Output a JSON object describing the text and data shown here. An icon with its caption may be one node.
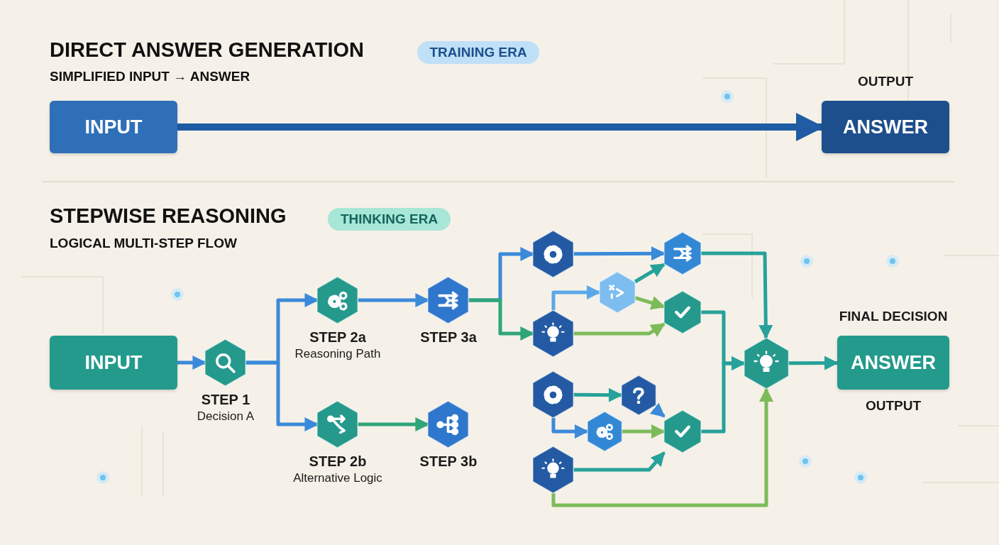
{
  "diagram": {
    "nodes": [
      {
        "text": [
          "INPUT"
        ]
      },
      {
        "text": [
          "ANSWER"
        ],
        "beside": [
          "OUTPUT"
        ]
      },
      {
        "text": [
          "INPUT"
        ]
      },
      {
        "text": [
          "STEP 1",
          "Decision A"
        ]
      },
      {
        "text": [
          "STEP 2a",
          "Reasoning Path"
        ]
      },
      {
        "text": [
          "STEP 3a"
        ]
      },
      {
        "text": [
          "STEP 2b",
          "Alternative Logic"
        ]
      },
      {
        "text": [
          "STEP 3b"
        ]
      },
      {
        "text": [],
        "shape": "hexagon"
      },
      {
        "text": [],
        "shape": "hexagon"
      },
      {
        "text": [],
        "shape": "hexagon"
      },
      {
        "text": [],
        "shape": "hexagon"
      },
      {
        "text": [],
        "shape": "hexagon"
      },
      {
        "text": [],
        "shape": "hexagon"
      },
      {
        "text": [],
        "shape": "hexagon"
      },
      {
        "text": [],
        "shape": "hexagon"
      },
      {
        "text": [],
        "shape": "hexagon"
      },
      {
        "text": [],
        "shape": "hexagon"
      },
      {
        "text": [],
        "shape": "hexagon"
      },
      {
        "text": [
          "ANSWER"
        ],
        "beside": [
          "FINAL DECISION",
          "OUTPUT"
        ]
      }
    ],
    "edges": [
      {
        "from": 0,
        "to": 1,
        "arrow": "to",
        "style": "thick",
        "color": "#1f5ca3"
      },
      {
        "from": 2,
        "to": 3,
        "arrow": "to"
      },
      {
        "from": 3,
        "to": 4,
        "arrow": "to"
      },
      {
        "from": 3,
        "to": 6,
        "arrow": "to"
      },
      {
        "from": 4,
        "to": 5,
        "arrow": "to"
      },
      {
        "from": 6,
        "to": 7,
        "arrow": "to",
        "color": "#2fa57a"
      },
      {
        "from": 5,
        "to": 8,
        "arrow": "to"
      },
      {
        "from": 5,
        "to": 9,
        "arrow": "to",
        "color": "#2fa57a"
      },
      {
        "from": 8,
        "to": 11,
        "arrow": "to"
      },
      {
        "from": 9,
        "to": 10,
        "arrow": "to",
        "color": "#5aa8e8"
      },
      {
        "from": 10,
        "to": 11,
        "arrow": "to",
        "color": "#26a29a"
      },
      {
        "from": 10,
        "to": 12,
        "arrow": "to",
        "color": "#7dbb5a"
      },
      {
        "from": 9,
        "to": 12,
        "arrow": "to",
        "color": "#7dbb5a"
      },
      {
        "from": 11,
        "to": 18,
        "arrow": "to",
        "color": "#26a29a"
      },
      {
        "from": 12,
        "to": 18,
        "arrow": "to",
        "color": "#26a29a"
      },
      {
        "from": 13,
        "to": 14,
        "arrow": "to",
        "color": "#26a29a"
      },
      {
        "from": 13,
        "to": 15,
        "arrow": "to"
      },
      {
        "from": 14,
        "to": 16,
        "arrow": "to"
      },
      {
        "from": 15,
        "to": 16,
        "arrow": "to",
        "color": "#7dbb5a"
      },
      {
        "from": 17,
        "to": 16,
        "arrow": "to",
        "color": "#26a29a"
      },
      {
        "from": 17,
        "to": 18,
        "arrow": "to",
        "color": "#7dbb5a"
      },
      {
        "from": 16,
        "to": 18,
        "arrow": "to",
        "color": "#26a29a"
      },
      {
        "from": 18,
        "to": 19,
        "arrow": "to",
        "color": "#26a29a"
      }
    ],
    "labels": [
      "DIRECT ANSWER GENERATION",
      "TRAINING ERA",
      "SIMPLIFIED INPUT → ANSWER",
      "STEPWISE REASONING",
      "THINKING ERA",
      "LOGICAL MULTI-STEP FLOW"
    ]
  }
}
